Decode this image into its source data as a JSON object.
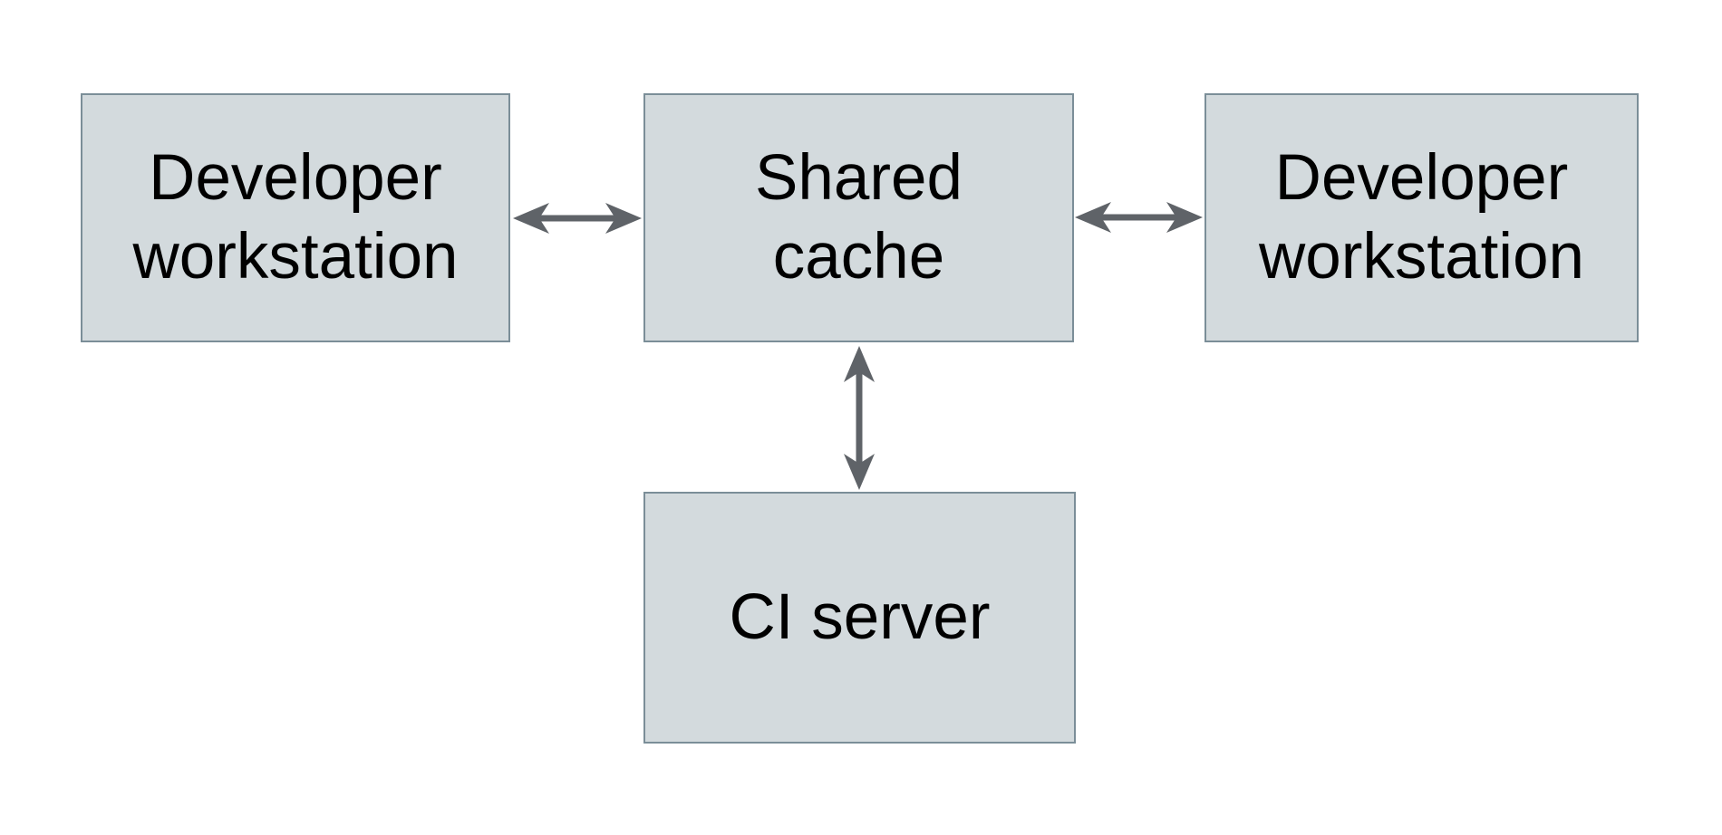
{
  "colors": {
    "node-fill": "#d3dadd",
    "node-border": "#7b8e98",
    "arrow": "#5f6368",
    "text": "#000000",
    "page-bg": "#ffffff"
  },
  "diagram": {
    "type": "architecture-diagram",
    "nodes": [
      {
        "id": "developer-workstation-left",
        "lines": [
          "Developer",
          "workstation"
        ]
      },
      {
        "id": "shared-cache",
        "lines": [
          "Shared",
          "cache"
        ]
      },
      {
        "id": "developer-workstation-right",
        "lines": [
          "Developer",
          "workstation"
        ]
      },
      {
        "id": "ci-server",
        "lines": [
          "CI server"
        ]
      }
    ],
    "edges": [
      {
        "from": "developer-workstation-left",
        "to": "shared-cache",
        "direction": "bidirectional"
      },
      {
        "from": "shared-cache",
        "to": "developer-workstation-right",
        "direction": "bidirectional"
      },
      {
        "from": "shared-cache",
        "to": "ci-server",
        "direction": "bidirectional"
      }
    ]
  }
}
